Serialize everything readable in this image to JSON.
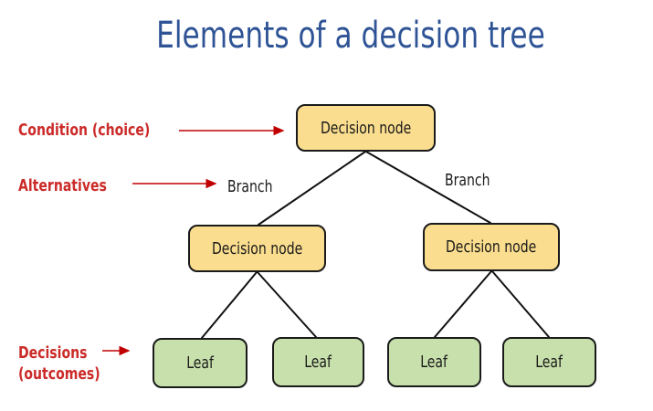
{
  "title": "Elements of a decision tree",
  "annotations": {
    "condition": "Condition (choice)",
    "alternatives": "Alternatives",
    "decisions_line1": "Decisions",
    "decisions_line2": "(outcomes)"
  },
  "tree": {
    "root": "Decision node",
    "children": [
      "Decision node",
      "Decision node"
    ],
    "leaves": [
      "Leaf",
      "Leaf",
      "Leaf",
      "Leaf"
    ],
    "branch_labels": [
      "Branch",
      "Branch"
    ]
  },
  "colors": {
    "title_blue": "#2F5496",
    "annotation_red": "#CB2B29",
    "arrow_red": "#C00000",
    "decision_fill": "#FADD8E",
    "leaf_fill": "#C8E1AC",
    "edge_black": "#111111"
  }
}
